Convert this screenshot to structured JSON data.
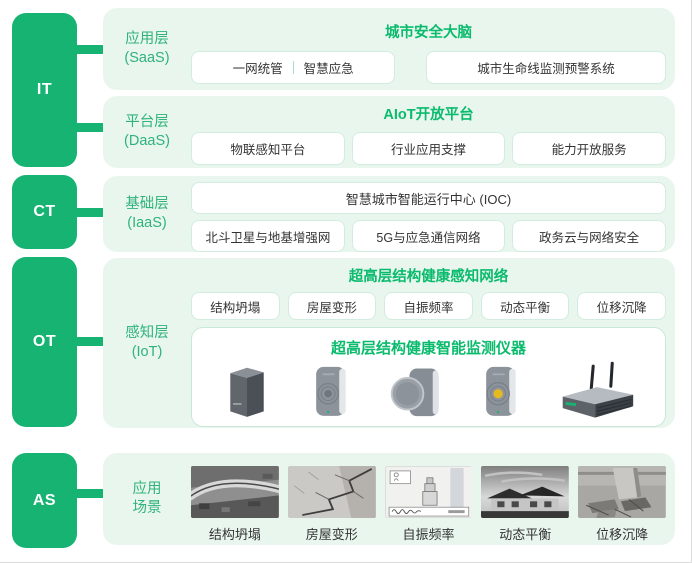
{
  "colors": {
    "brand_green": "#17b373",
    "title_green": "#0bbb6d",
    "label_green": "#2fb37b",
    "row_background": "#e9f6ee",
    "box_border": "#d2ecdf",
    "text_dark": "#333333",
    "beacon_yellow": "#e5b920"
  },
  "rail": {
    "it": "IT",
    "ct": "CT",
    "ot": "OT",
    "as": "AS"
  },
  "layers": {
    "saas": {
      "label": "应用层",
      "abbr": "(SaaS)",
      "title": "城市安全大脑",
      "box1_left": "一网统管",
      "box1_right": "智慧应急",
      "box2": "城市生命线监测预警系统"
    },
    "daas": {
      "label": "平台层",
      "abbr": "(DaaS)",
      "title": "AIoT开放平台",
      "boxes": [
        "物联感知平台",
        "行业应用支撑",
        "能力开放服务"
      ]
    },
    "iaas": {
      "label": "基础层",
      "abbr": "(IaaS)",
      "wide_box": "智慧城市智能运行中心 (IOC)",
      "boxes": [
        "北斗卫星与地基增强网",
        "5G与应急通信网络",
        "政务云与网络安全"
      ]
    },
    "iot": {
      "label": "感知层",
      "abbr": "(IoT)",
      "title": "超高层结构健康感知网络",
      "boxes": [
        "结构坍塌",
        "房屋变形",
        "自振频率",
        "动态平衡",
        "位移沉降"
      ],
      "panel_title": "超高层结构健康智能监测仪器",
      "device_icons": [
        "column-sensor-icon",
        "ring-sensor-icon",
        "disc-sensor-icon",
        "beacon-sensor-icon",
        "wireless-gateway-icon"
      ]
    },
    "scenes": {
      "label_line1": "应用",
      "label_line2": "场景",
      "items": [
        {
          "icon": "structural-collapse-photo",
          "caption": "结构坍塌"
        },
        {
          "icon": "house-deformation-photo",
          "caption": "房屋变形"
        },
        {
          "icon": "natural-frequency-photo",
          "caption": "自振频率"
        },
        {
          "icon": "dynamic-balance-photo",
          "caption": "动态平衡"
        },
        {
          "icon": "displacement-settlement-photo",
          "caption": "位移沉降"
        }
      ]
    }
  }
}
